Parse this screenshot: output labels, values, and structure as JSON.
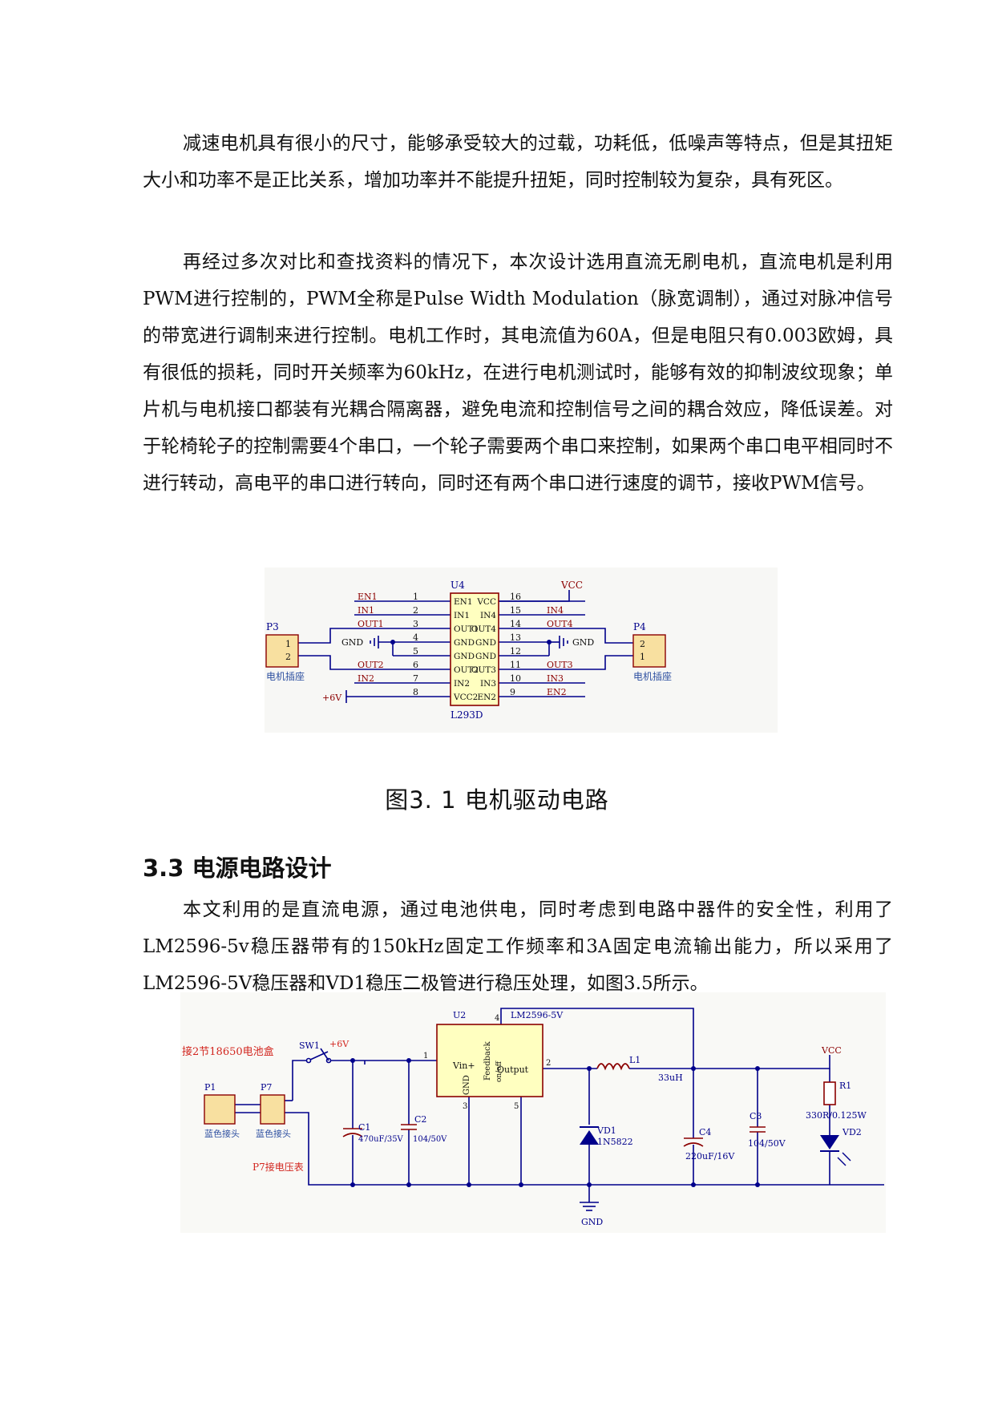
{
  "paragraphs": [
    "减速电机具有很小的尺寸，能够承受较大的过载，功耗低，低噪声等特点，但是其扭矩大小和功率不是正比关系，增加功率并不能提升扭矩，同时控制较为复杂，具有死区。",
    "再经过多次对比和查找资料的情况下，本次设计选用直流无刷电机，直流电机是利用PWM进行控制的，PWM全称是Pulse Width Modulation（脉宽调制），通过对脉冲信号的带宽进行调制来进行控制。电机工作时，其电流值为60A，但是电阻只有0.003欧姆，具有很低的损耗，同时开关频率为60kHz，在进行电机测试时，能够有效的抑制波纹现象；单片机与电机接口都装有光耦合隔离器，避免电流和控制信号之间的耦合效应，降低误差。对于轮椅轮子的控制需要4个串口，一个轮子需要两个串口来控制，如果两个串口电平相同时不进行转动，高电平的串口进行转向，同时还有两个串口进行速度的调节，接收PWM信号。",
    "本文利用的是直流电源，通过电池供电，同时考虑到电路中器件的安全性，利用了LM2596-5v稳压器带有的150kHz固定工作频率和3A固定电流输出能力，所以采用了LM2596-5V稳压器和VD1稳压二极管进行稳压处理，如图3.5所示。"
  ],
  "figure1": {
    "caption": "图3. 1 电机驱动电路",
    "chip_ref": "U4",
    "chip_name": "L293D",
    "vcc": "VCC",
    "plus6v": "+6V",
    "gnd_left": "GND",
    "gnd_right": "GND",
    "left_pins": [
      {
        "num": "1",
        "net": "EN1",
        "name": "EN1"
      },
      {
        "num": "2",
        "net": "IN1",
        "name": "IN1"
      },
      {
        "num": "3",
        "net": "OUT1",
        "name": "OUT1"
      },
      {
        "num": "4",
        "net": "",
        "name": "GND"
      },
      {
        "num": "5",
        "net": "",
        "name": "GND"
      },
      {
        "num": "6",
        "net": "OUT2",
        "name": "OUT2"
      },
      {
        "num": "7",
        "net": "IN2",
        "name": "IN2"
      },
      {
        "num": "8",
        "net": "",
        "name": "VCC2"
      }
    ],
    "right_pins": [
      {
        "num": "16",
        "net": "",
        "name": "VCC"
      },
      {
        "num": "15",
        "net": "IN4",
        "name": "IN4"
      },
      {
        "num": "14",
        "net": "OUT4",
        "name": "OUT4"
      },
      {
        "num": "13",
        "net": "",
        "name": "GND"
      },
      {
        "num": "12",
        "net": "",
        "name": "GND"
      },
      {
        "num": "11",
        "net": "OUT3",
        "name": "OUT3"
      },
      {
        "num": "10",
        "net": "IN3",
        "name": "IN3"
      },
      {
        "num": "9",
        "net": "EN2",
        "name": "EN2"
      }
    ],
    "p3": {
      "ref": "P3",
      "pins": [
        "1",
        "2"
      ],
      "label": "电机插座"
    },
    "p4": {
      "ref": "P4",
      "pins": [
        "2",
        "1"
      ],
      "label": "电机插座"
    }
  },
  "section": {
    "number": "3.3",
    "title": "电源电路设计"
  },
  "figure2": {
    "battery_label": "接2节18650电池盒",
    "sw1": "SW1",
    "plus6v": "+6V",
    "p1": "P1",
    "p7": "P7",
    "blue_connector": "蓝色接头",
    "p7_note": "P7接电压表",
    "c1": "C1",
    "c1_val": "470uF/35V",
    "c2": "C2",
    "c2_val": "104/50V",
    "u2": "U2",
    "lm": "LM2596-5V",
    "vin": "Vin+",
    "gnd": "GND",
    "feedback": "Feedback",
    "onoff": "on/off",
    "output": "Output",
    "l1": "L1",
    "l1_val": "33uH",
    "vd1": "VD1",
    "vd1_val": "1N5822",
    "c4": "C4",
    "c4_val": "220uF/16V",
    "c3": "C3",
    "c3_val": "104/50V",
    "vcc": "VCC",
    "r1": "R1",
    "r1_val": "330R/0.125W",
    "vd2": "VD2",
    "gnd_bottom": "GND",
    "pin1": "1",
    "pin2": "2",
    "pin3": "3",
    "pin4": "4",
    "pin5": "5"
  },
  "colors": {
    "wire": "#00008b",
    "part": "#8b0000",
    "label_red": "#d2261f",
    "label_blue": "#2d4fa0",
    "chip_fill": "#ffffc0",
    "conn_fill": "#f8e0a0"
  }
}
